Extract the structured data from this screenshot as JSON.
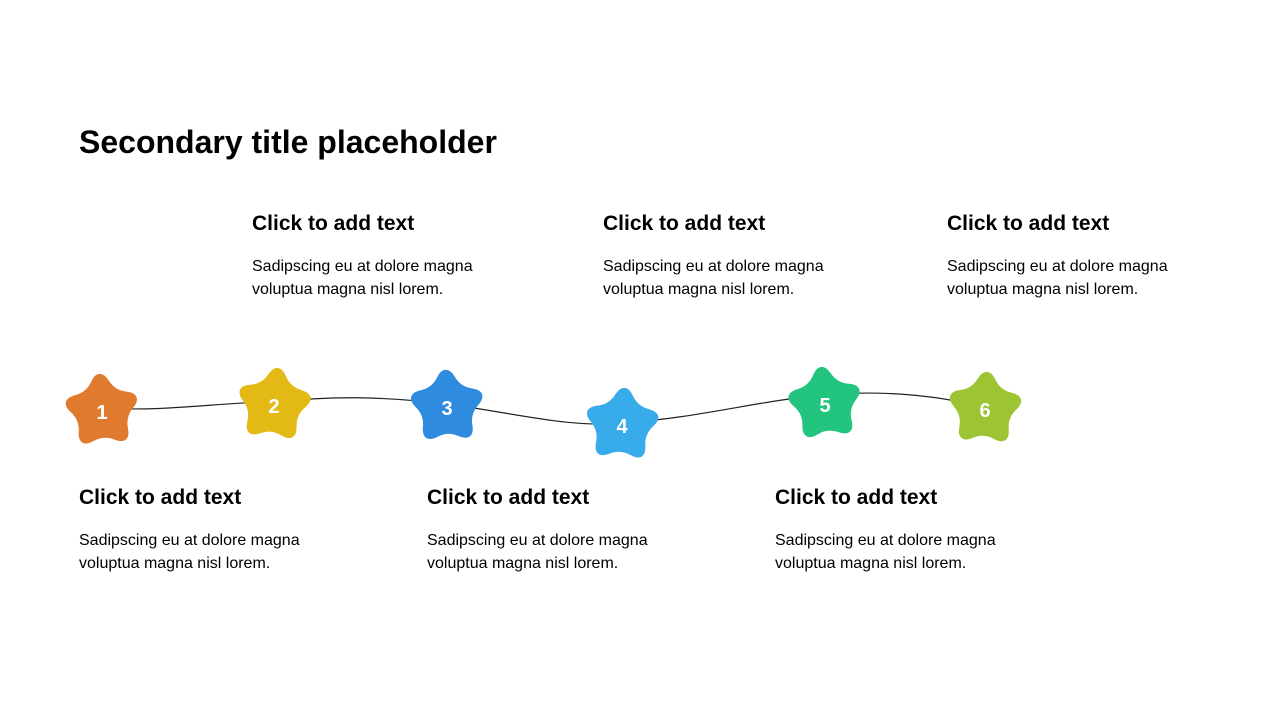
{
  "slide": {
    "title": "Secondary title placeholder"
  },
  "steps": [
    {
      "number": "1",
      "color": "#E07A2E",
      "heading": "Click to add text",
      "body": "Sadipscing eu at dolore magna voluptua magna nisl lorem."
    },
    {
      "number": "2",
      "color": "#E3B915",
      "heading": "Click to add text",
      "body": "Sadipscing eu at dolore magna voluptua magna nisl lorem."
    },
    {
      "number": "3",
      "color": "#2E8BE0",
      "heading": "Click to add text",
      "body": "Sadipscing eu at dolore magna voluptua magna nisl lorem."
    },
    {
      "number": "4",
      "color": "#38ACEB",
      "heading": "Click to add text",
      "body": "Sadipscing eu at dolore magna voluptua magna nisl lorem."
    },
    {
      "number": "5",
      "color": "#22C47E",
      "heading": "Click to add text",
      "body": "Sadipscing eu at dolore magna voluptua magna nisl lorem."
    },
    {
      "number": "6",
      "color": "#9CC433",
      "heading": "Click to add text",
      "body": "Sadipscing eu at dolore magna voluptua magna nisl lorem."
    }
  ],
  "connector_color": "#222222"
}
